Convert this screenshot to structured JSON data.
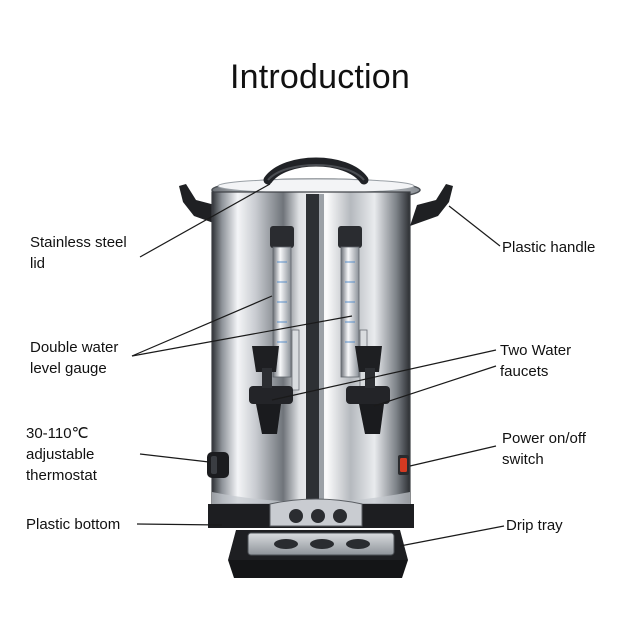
{
  "title": "Introduction",
  "labels": {
    "stainless_lid": {
      "line1": "Stainless steel",
      "line2": "lid"
    },
    "plastic_handle": "Plastic handle",
    "water_gauge": {
      "line1": "Double water",
      "line2": "level gauge"
    },
    "faucets": {
      "line1": "Two Water",
      "line2": "faucets"
    },
    "thermostat": {
      "line1": "30-110℃",
      "line2": "adjustable",
      "line3": "thermostat"
    },
    "power_switch": {
      "line1": "Power on/off",
      "line2": "switch"
    },
    "plastic_bottom": "Plastic bottom",
    "drip_tray": "Drip tray"
  },
  "colors": {
    "steel_light": "#f2f3f5",
    "steel_mid": "#b7bbc1",
    "steel_dark": "#3a3d42",
    "plastic_black": "#1d1e21",
    "switch_red": "#d43a22"
  }
}
